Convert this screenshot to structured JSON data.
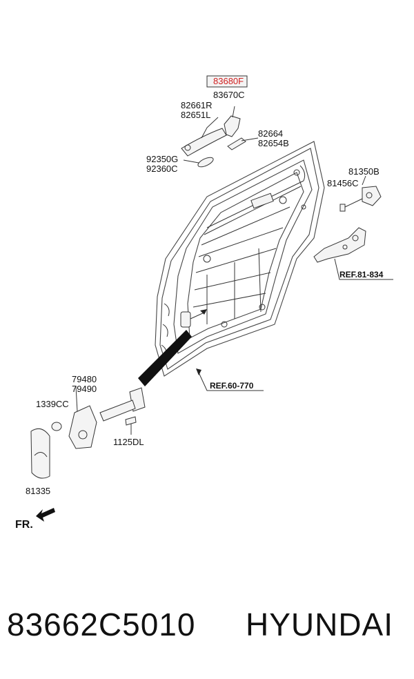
{
  "callouts": {
    "highlighted": "83680F",
    "c1": "83670C",
    "c2": "82661R",
    "c3": "82651L",
    "c4": "82664",
    "c5": "82654B",
    "c6": "92350G",
    "c7": "92360C",
    "c8": "81350B",
    "c9": "81456C",
    "c10": "79480",
    "c11": "79490",
    "c12": "1339CC",
    "c13": "1125DL",
    "c14": "81335"
  },
  "refs": {
    "latch": "REF.81-834",
    "wiring": "REF.60-770"
  },
  "direction_label": "FR.",
  "footer": {
    "part_number": "83662C5010",
    "brand": "HYUNDAI"
  },
  "colors": {
    "highlight": "#d02020",
    "line": "#333333"
  }
}
